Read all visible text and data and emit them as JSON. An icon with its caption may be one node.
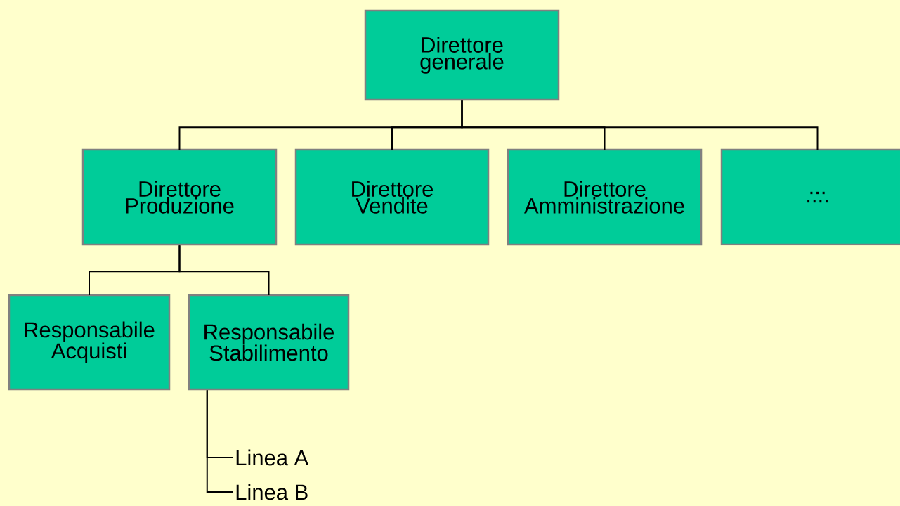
{
  "diagram": {
    "nodes": [
      {
        "text": [
          "Direttore generale"
        ]
      },
      {
        "text": [
          "Direttore Produzione"
        ]
      },
      {
        "text": [
          "Direttore Vendite"
        ]
      },
      {
        "text": [
          "Direttore Amministrazione"
        ]
      },
      {
        "text": [
          "... ...."
        ]
      },
      {
        "text": [
          "Responsabile Acquisti"
        ]
      },
      {
        "text": [
          "Responsabile Stabilimento"
        ]
      },
      {
        "text": [
          "Linea A"
        ]
      },
      {
        "text": [
          "Linea B"
        ]
      }
    ],
    "edges": [
      {
        "from": 0,
        "to": 1,
        "arrow": "none"
      },
      {
        "from": 0,
        "to": 2,
        "arrow": "none"
      },
      {
        "from": 0,
        "to": 3,
        "arrow": "none"
      },
      {
        "from": 0,
        "to": 4,
        "arrow": "none"
      },
      {
        "from": 1,
        "to": 5,
        "arrow": "none"
      },
      {
        "from": 1,
        "to": 6,
        "arrow": "none"
      },
      {
        "from": 6,
        "to": 7,
        "arrow": "none"
      },
      {
        "from": 6,
        "to": 8,
        "arrow": "none"
      }
    ]
  }
}
